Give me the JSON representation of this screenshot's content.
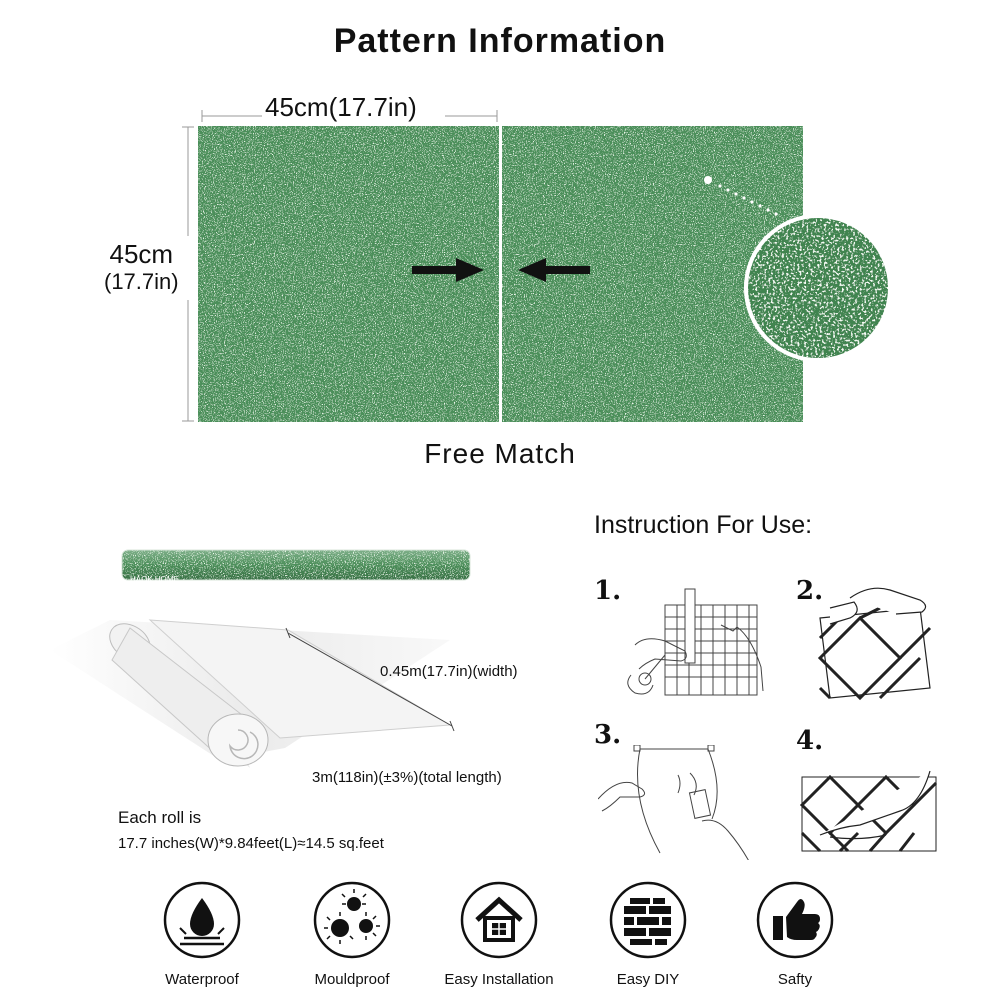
{
  "title": "Pattern Information",
  "dimensions": {
    "width_label": "45cm(17.7in)",
    "height_label_main": "45cm",
    "height_label_sub": "(17.7in)"
  },
  "match_type": "Free Match",
  "roll": {
    "brand_print": "HAOK HOME",
    "width_text": "0.45m(17.7in)(width)",
    "length_text": "3m(118in)(±3%)(total length)",
    "each_roll_heading": "Each roll is",
    "each_roll_detail": "17.7 inches(W)*9.84feet(L)≈14.5 sq.feet"
  },
  "instructions": {
    "title": "Instruction For Use:",
    "steps": [
      "1.",
      "2.",
      "3.",
      "4."
    ]
  },
  "features": [
    {
      "label": "Waterproof",
      "icon": "water-drop-icon"
    },
    {
      "label": "Mouldproof",
      "icon": "mould-icon"
    },
    {
      "label": "Easy Installation",
      "icon": "house-icon"
    },
    {
      "label": "Easy DIY",
      "icon": "brick-wall-icon"
    },
    {
      "label": "Safty",
      "icon": "thumbs-up-icon"
    }
  ],
  "colors": {
    "glitter_green": "#4c8f5a",
    "text": "#111111"
  }
}
